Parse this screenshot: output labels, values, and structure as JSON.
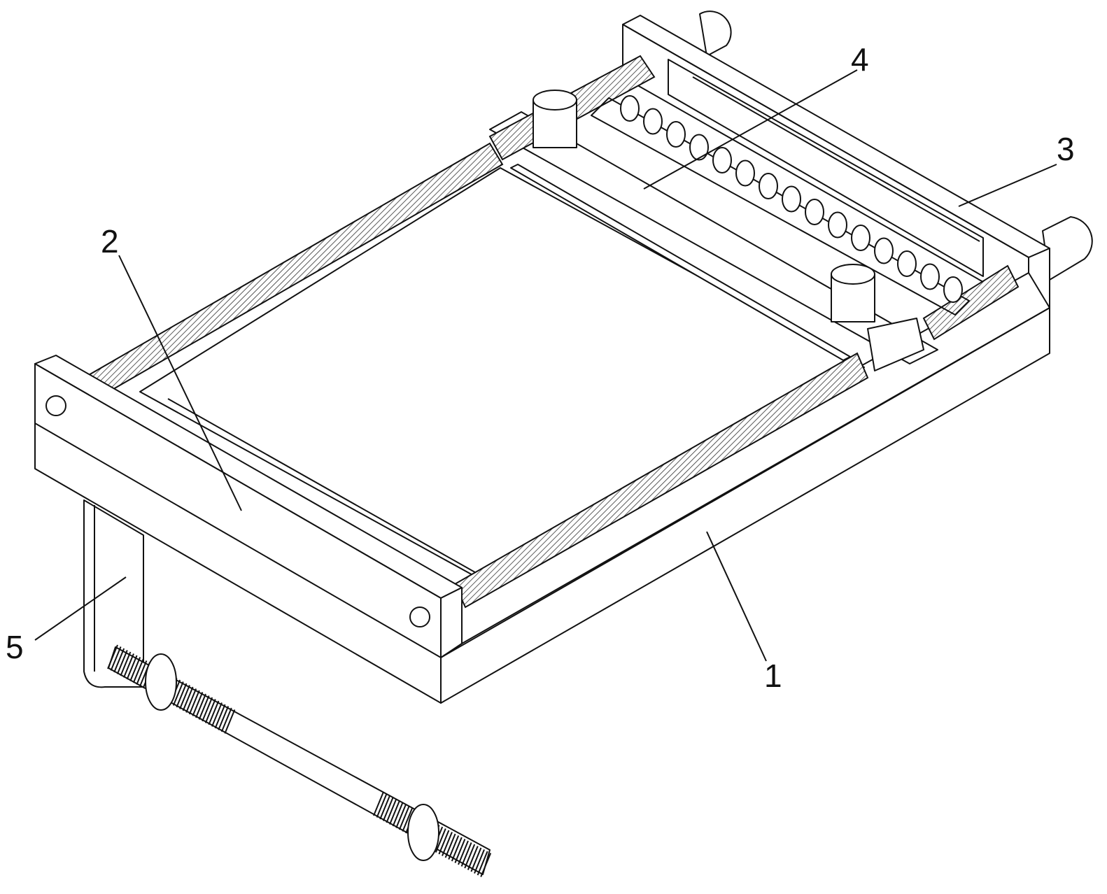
{
  "figure": {
    "labels": [
      {
        "id": "label-1",
        "text": "1",
        "part": "base"
      },
      {
        "id": "label-2",
        "text": "2",
        "part": "tray"
      },
      {
        "id": "label-3",
        "text": "3",
        "part": "rear-frame"
      },
      {
        "id": "label-4",
        "text": "4",
        "part": "roller-carriage"
      },
      {
        "id": "label-5",
        "text": "5",
        "part": "clamp-bracket"
      }
    ]
  }
}
